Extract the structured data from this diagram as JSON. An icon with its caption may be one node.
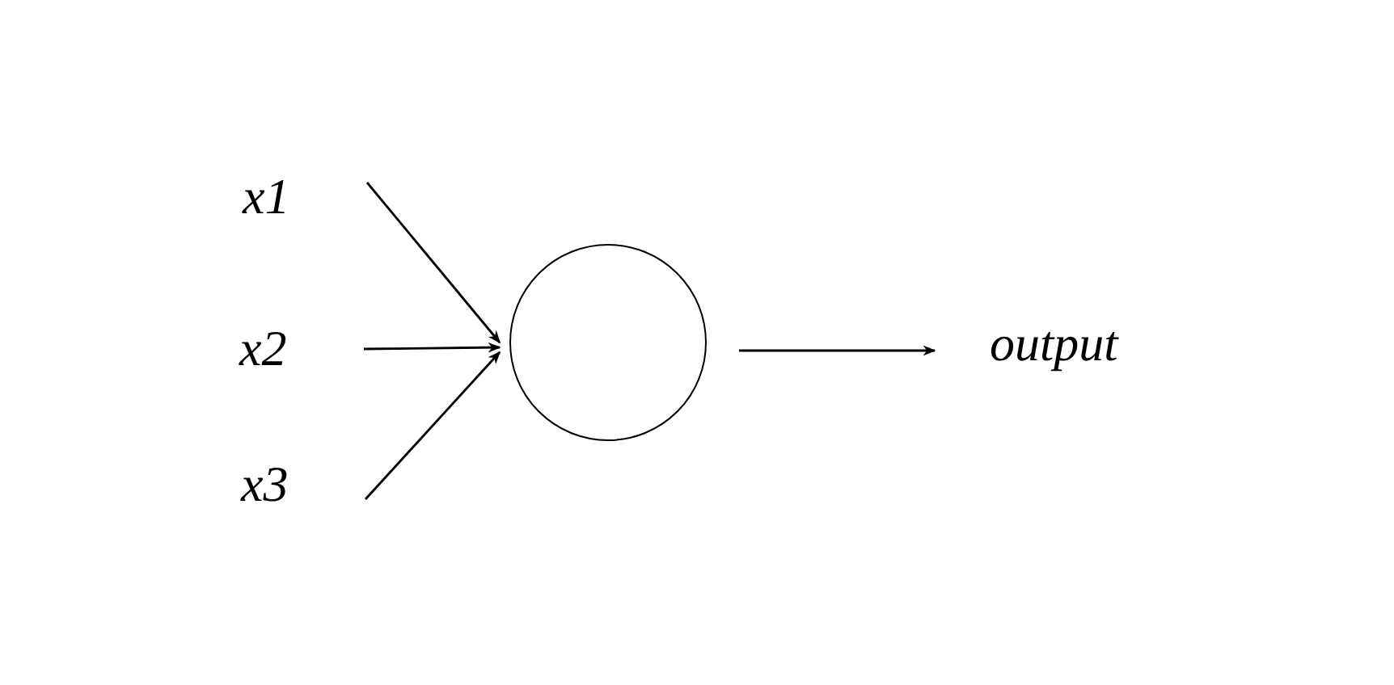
{
  "diagram": {
    "nodes": [
      {
        "text": [
          "x1"
        ]
      },
      {
        "text": [
          "x2"
        ]
      },
      {
        "text": [
          "x3"
        ]
      },
      {
        "text": [],
        "shape": "circle"
      },
      {
        "text": [
          "output"
        ]
      }
    ],
    "edges": [
      {
        "from": 0,
        "to": 3,
        "arrow": "to"
      },
      {
        "from": 1,
        "to": 3,
        "arrow": "to"
      },
      {
        "from": 2,
        "to": 3,
        "arrow": "to"
      },
      {
        "from": 3,
        "to": 4,
        "arrow": "to"
      }
    ]
  }
}
